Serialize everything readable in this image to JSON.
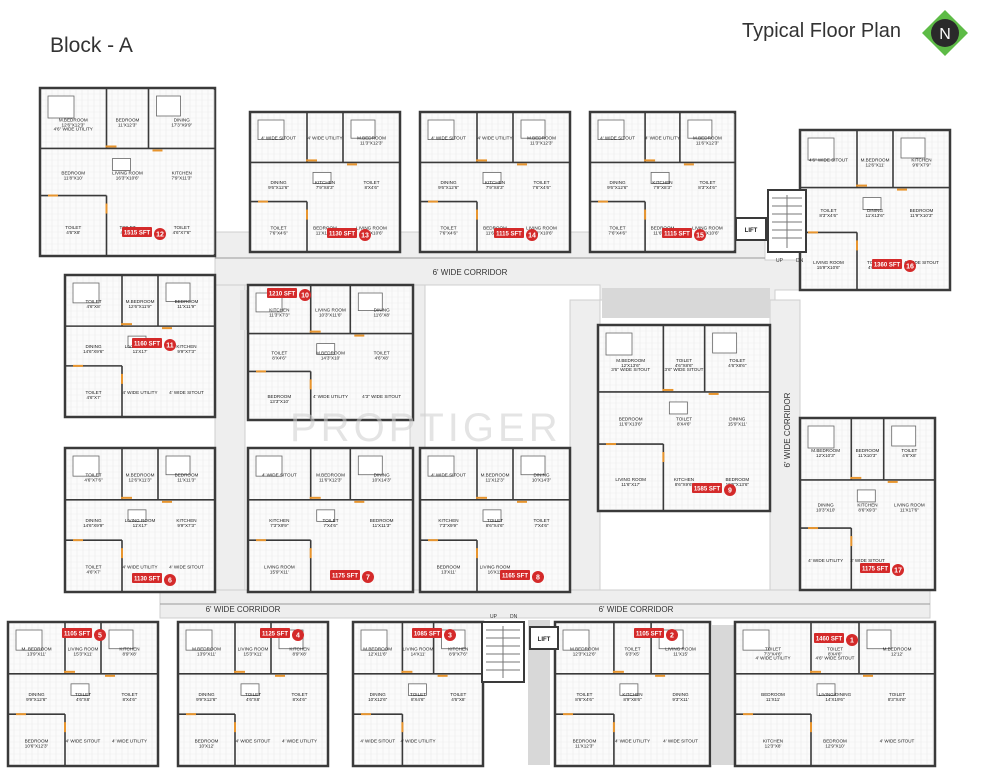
{
  "header": {
    "block_title": "Block - A",
    "plan_title": "Typical Floor Plan",
    "compass_letter": "N"
  },
  "corridors": [
    {
      "id": "top",
      "label": "6' WIDE CORRIDOR"
    },
    {
      "id": "bottom-left",
      "label": "6' WIDE CORRIDOR"
    },
    {
      "id": "bottom-right",
      "label": "6' WIDE CORRIDOR"
    },
    {
      "id": "right",
      "label": "6' WIDE CORRIDOR"
    }
  ],
  "core": [
    {
      "id": "lift-top",
      "label": "LIFT"
    },
    {
      "id": "lift-bottom",
      "label": "LIFT"
    },
    {
      "id": "up-top",
      "label": "UP"
    },
    {
      "id": "dn-top",
      "label": "DN"
    },
    {
      "id": "up-bottom",
      "label": "UP"
    },
    {
      "id": "dn-bottom",
      "label": "DN"
    }
  ],
  "watermark": "PROPTIGER",
  "units": [
    {
      "no": "12",
      "area": "1515 SFT",
      "rooms": [
        "M.BEDROOM 12'6\"X12'3\"",
        "BEDROOM 11'X12'3\"",
        "DINING 17'3\"X9'9\"",
        "BEDROOM 11'8\"X10'",
        "LIVING ROOM 16'3\"X10'6\"",
        "KITCHEN 7'9\"X11'3\"",
        "TOILET 4'6\"X8'",
        "TOILET 4'6\"X8'",
        "TOILET 4'6\"X7'6\"",
        "4'6\" WIDE UTILITY"
      ]
    },
    {
      "no": "13",
      "area": "1130 SFT",
      "rooms": [
        "4' WIDE SITOUT",
        "4' WIDE UTILITY",
        "M.BEDROOM 11'3\"X12'3\"",
        "DINING 9'6\"X12'6\"",
        "KITCHEN 7'9\"X8'3\"",
        "TOILET 8'X4'6\"",
        "TOILET 7'6\"X4'6\"",
        "BEDROOM 11'X11'3\"",
        "LIVING ROOM 17'3\"X10'6\""
      ]
    },
    {
      "no": "14",
      "area": "1115 SFT",
      "rooms": [
        "4' WIDE SITOUT",
        "4' WIDE UTILITY",
        "M.BEDROOM 11'3\"X12'3\"",
        "DINING 9'6\"X12'6\"",
        "KITCHEN 7'9\"X8'3\"",
        "TOILET 7'6\"X4'6\"",
        "TOILET 7'6\"X4'6\"",
        "BEDROOM 11'6\"X11'",
        "LIVING ROOM 17'3\"X10'6\""
      ]
    },
    {
      "no": "15",
      "area": "1115 SFT",
      "rooms": [
        "4' WIDE SITOUT",
        "4' WIDE UTILITY",
        "M.BEDROOM 11'6\"X12'3\"",
        "DINING 9'6\"X12'6\"",
        "KITCHEN 7'9\"X8'3\"",
        "TOILET 8'3\"X4'6\"",
        "TOILET 7'6\"X4'6\"",
        "BEDROOM 11'6\"X11'",
        "LIVING ROOM 17'3\"X10'6\""
      ]
    },
    {
      "no": "16",
      "area": "1360 SFT",
      "rooms": [
        "4'6\" WIDE SITOUT",
        "M.BEDROOM 12'6\"X11'",
        "KITCHEN 9'6\"X7'9\"",
        "TOILET 8'3\"X4'6\"",
        "DINING 11'X13'6\"",
        "BEDROOM 11'9\"X10'3\"",
        "LIVING ROOM 15'9\"X10'6\"",
        "TOILET 4'6\"X8'",
        "4' WIDE SITOUT"
      ]
    },
    {
      "no": "11",
      "area": "1160 SFT",
      "rooms": [
        "TOILET 4'6\"X8'",
        "M.BEDROOM 12'6\"X11'9\"",
        "BEDROOM 11'X11'9\"",
        "DINING 14'6\"X9'6\"",
        "LIVING ROOM 11'X17'",
        "KITCHEN 9'9\"X7'3\"",
        "TOILET 4'6\"X7'",
        "4' WIDE UTILITY",
        "4' WIDE SITOUT"
      ]
    },
    {
      "no": "10",
      "area": "1210 SFT",
      "rooms": [
        "KITCHEN 11'3\"X7'3\"",
        "LIVING ROOM 10'3\"X11'6\"",
        "DINING 11'6\"X8'",
        "TOILET 8'X4'6\"",
        "M.BEDROOM 14'3\"X10'",
        "TOILET 4'6\"X8'",
        "BEDROOM 13'3\"X10'",
        "4' WIDE UTILITY",
        "4'3\" WIDE SITOUT"
      ]
    },
    {
      "no": "9",
      "area": "1585 SFT",
      "rooms": [
        "M.BEDROOM 12'X13'6\"",
        "TOILET 4'6\"X8'6\"",
        "TOILET 4'6\"X8'6\"",
        "BEDROOM 11'6\"X13'6\"",
        "TOILET 8'X4'6\"",
        "DINING 15'9\"X11'",
        "LIVING ROOM 11'6\"X17'",
        "KITCHEN 8'6\"X9'6\"",
        "BEDROOM 10'6\"X13'6\"",
        "3'6\" WIDE SITOUT",
        "3'6\" WIDE SITOUT"
      ]
    },
    {
      "no": "6",
      "area": "1130 SFT",
      "rooms": [
        "TOILET 4'6\"X7'6\"",
        "M.BEDROOM 12'6\"X11'3\"",
        "BEDROOM 11'X11'3\"",
        "DINING 14'6\"X9'9\"",
        "LIVING ROOM 11'X17'",
        "KITCHEN 9'9\"X7'3\"",
        "TOILET 4'6\"X7'",
        "4' WIDE UTILITY",
        "4' WIDE SITOUT"
      ]
    },
    {
      "no": "7",
      "area": "1175 SFT",
      "rooms": [
        "4' WIDE SITOUT",
        "M.BEDROOM 11'6\"X12'3\"",
        "DINING 10'X14'3\"",
        "KITCHEN 7'3\"X9'9\"",
        "TOILET 7'X4'6\"",
        "BEDROOM 11'X11'3\"",
        "LIVING ROOM 15'9\"X11'"
      ]
    },
    {
      "no": "8",
      "area": "1165 SFT",
      "rooms": [
        "4' WIDE SITOUT",
        "M.BEDROOM 11'X12'3\"",
        "DINING 10'X14'3\"",
        "KITCHEN 7'3\"X9'9\"",
        "TOILET 8'6\"X4'6\"",
        "TOILET 7'X4'6\"",
        "BEDROOM 13'X11'",
        "LIVING ROOM 16'X11'"
      ]
    },
    {
      "no": "17",
      "area": "1175 SFT",
      "rooms": [
        "M.BEDROOM 12'X10'3\"",
        "BEDROOM 11'X10'3\"",
        "TOILET 4'6\"X8'",
        "DINING 10'3\"X10'",
        "KITCHEN 8'6\"X9'3\"",
        "LIVING ROOM 11'X17'6\"",
        "4' WIDE UTILITY",
        "3' WIDE SITOUT"
      ]
    },
    {
      "no": "5",
      "area": "1105 SFT",
      "rooms": [
        "M. BEDROOM 13'9\"X11'",
        "LIVING ROOM 15'3\"X11'",
        "KITCHEN 8'9\"X8'",
        "DINING 9'9\"X12'6\"",
        "TOILET 4'6\"X8'",
        "TOILET 8'X4'6\"",
        "BEDROOM 10'6\"X12'3\"",
        "4' WIDE SITOUT",
        "4' WIDE UTILITY"
      ]
    },
    {
      "no": "4",
      "area": "1125 SFT",
      "rooms": [
        "M.BEDROOM 13'9\"X11'",
        "LIVING ROOM 15'3\"X11'",
        "KITCHEN 8'9\"X8'",
        "DINING 9'9\"X12'6\"",
        "TOILET 4'6\"X8'",
        "TOILET 8'X4'6\"",
        "BEDROOM 10'X12'",
        "4' WIDE SITOUT",
        "4' WIDE UTILITY"
      ]
    },
    {
      "no": "3",
      "area": "1085 SFT",
      "rooms": [
        "M.BEDROOM 12'X11'6\"",
        "LIVING ROOM 14'X11'",
        "KITCHEN 8'9\"X7'6\"",
        "DINING 10'X12'6\"",
        "TOILET 8'X4'6\"",
        "TOILET 4'6\"X8'",
        "4' WIDE SITOUT",
        "4' WIDE UTILITY"
      ]
    },
    {
      "no": "2",
      "area": "1105 SFT",
      "rooms": [
        "M.BEDROOM 12'3\"X12'6\"",
        "TOILET 6'3\"X5'",
        "LIVING ROOM 11'X15'",
        "TOILET 8'6\"X4'6\"",
        "KITCHEN 8'9\"X8'6\"",
        "DINING 9'3\"X11'",
        "BEDROOM 11'X12'3\"",
        "4' WIDE UTILITY",
        "4' WIDE SITOUT"
      ]
    },
    {
      "no": "1",
      "area": "1460 SFT",
      "rooms": [
        "TOILET 7'3\"X4'6\"",
        "TOILET 8'X4'6\"",
        "M.BEDROOM 12'12'",
        "BEDROOM 11'X11'",
        "LIVING/DINING 14'X19'6\"",
        "TOILET 8'3\"X4'6\"",
        "KITCHEN 12'3\"X8'",
        "BEDROOM 12'9\"X10'",
        "4' WIDE SITOUT",
        "4' WIDE UTILITY",
        "4'6\" WIDE SITOUT"
      ]
    }
  ],
  "colors": {
    "wall": "#3a3a3a",
    "door": "#e8952e",
    "corridor": "#eeeeee",
    "badge": "#d42a2a",
    "compass_green": "#5dbb46",
    "compass_dark": "#2a2a2a"
  }
}
